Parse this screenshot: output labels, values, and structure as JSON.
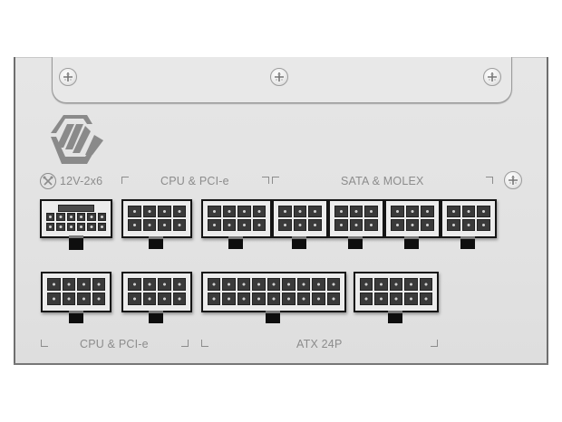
{
  "product": {
    "type": "modular power supply back panel",
    "logo": "hexagon-slash-logo"
  },
  "labels": {
    "hp_connector": "12V-2x6",
    "top_cpu_pcie": "CPU & PCI-e",
    "top_sata_molex": "SATA & MOLEX",
    "bottom_cpu_pcie": "CPU & PCI-e",
    "bottom_atx": "ATX 24P"
  },
  "connectors": {
    "top_row": [
      {
        "id": "12v-2x6",
        "group": "12V-2x6",
        "cols": 6,
        "rows": 2
      },
      {
        "id": "cpu-pcie-1",
        "group": "CPU & PCI-e",
        "cols": 4,
        "rows": 2
      },
      {
        "id": "cpu-pcie-2",
        "group": "CPU & PCI-e",
        "cols": 4,
        "rows": 2
      },
      {
        "id": "sata-molex-1",
        "group": "SATA & MOLEX",
        "cols": 3,
        "rows": 2
      },
      {
        "id": "sata-molex-2",
        "group": "SATA & MOLEX",
        "cols": 3,
        "rows": 2
      },
      {
        "id": "sata-molex-3",
        "group": "SATA & MOLEX",
        "cols": 3,
        "rows": 2
      },
      {
        "id": "sata-molex-4",
        "group": "SATA & MOLEX",
        "cols": 3,
        "rows": 2
      }
    ],
    "bottom_row": [
      {
        "id": "cpu-pcie-3",
        "group": "CPU & PCI-e",
        "cols": 4,
        "rows": 2
      },
      {
        "id": "cpu-pcie-4",
        "group": "CPU & PCI-e",
        "cols": 4,
        "rows": 2
      },
      {
        "id": "atx-18p",
        "group": "ATX 24P",
        "cols": 9,
        "rows": 2
      },
      {
        "id": "atx-10p",
        "group": "ATX 24P",
        "cols": 5,
        "rows": 2
      }
    ]
  },
  "colors": {
    "panel": "#e4e4e4",
    "label_text": "#8c8c8c",
    "connector_border": "#151515",
    "pin": "#3a3a3a",
    "logo": "#8a8a8a"
  }
}
